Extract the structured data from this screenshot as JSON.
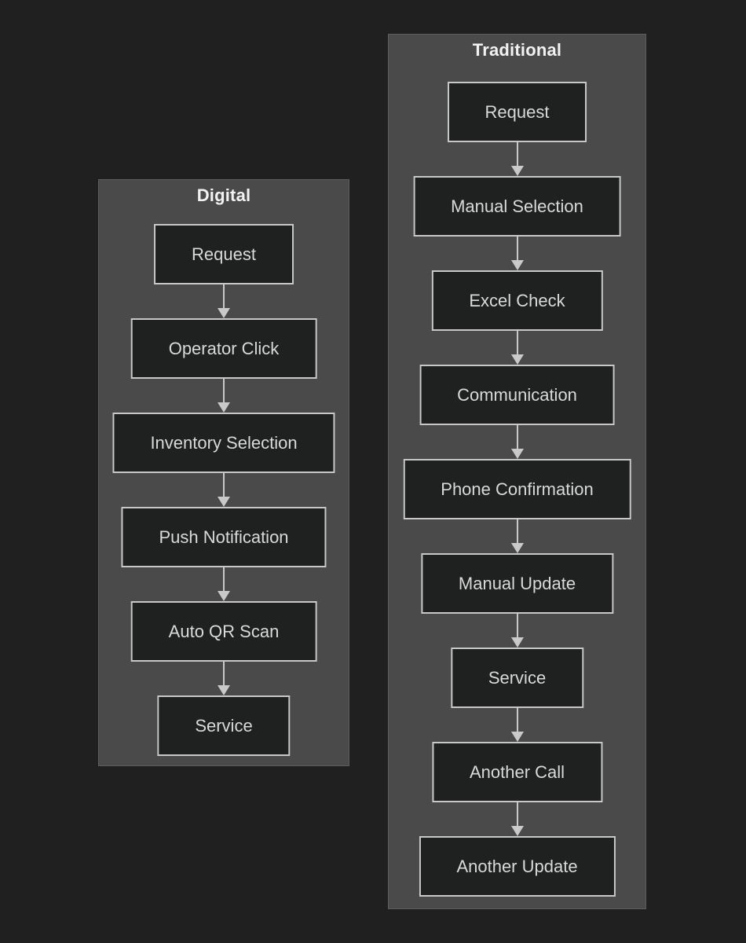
{
  "diagram": {
    "type": "flowchart",
    "direction": "top-down",
    "connector": "arrow-down",
    "columns": [
      {
        "id": "digital",
        "title": "Digital",
        "nodes": [
          "Request",
          "Operator Click",
          "Inventory Selection",
          "Push Notification",
          "Auto QR Scan",
          "Service"
        ]
      },
      {
        "id": "traditional",
        "title": "Traditional",
        "nodes": [
          "Request",
          "Manual Selection",
          "Excel Check",
          "Communication",
          "Phone Confirmation",
          "Manual Update",
          "Service",
          "Another Call",
          "Another Update"
        ]
      }
    ],
    "colors": {
      "background": "#202021",
      "cluster-fill": "#4a4a4a",
      "cluster-border": "#5d5d5d",
      "node-fill": "#1f2020",
      "node-border": "#c8c8c8",
      "node-text": "#d9d9d9",
      "title-text": "#f2f2f2",
      "arrow": "#c9c9c9"
    }
  }
}
